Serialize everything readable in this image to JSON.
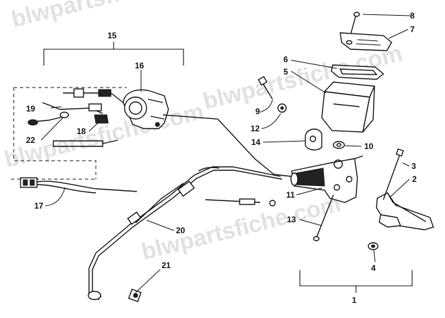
{
  "watermark": "blwpartsfiche.com",
  "callouts": {
    "c1": "1",
    "c2": "2",
    "c3": "3",
    "c4": "4",
    "c5": "5",
    "c6": "6",
    "c7": "7",
    "c8": "8",
    "c9": "9",
    "c10": "10",
    "c11": "11",
    "c12": "12",
    "c13": "13",
    "c14": "14",
    "c15": "15",
    "c16": "16",
    "c17": "17",
    "c18": "18",
    "c19": "19",
    "c20": "20",
    "c21": "21",
    "c22": "22"
  }
}
